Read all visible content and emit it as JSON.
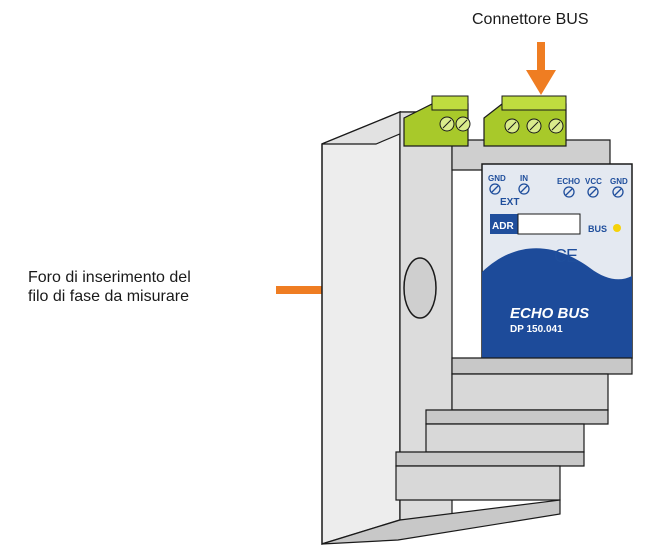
{
  "callouts": {
    "bus_connector": "Connettore BUS",
    "phase_hole_line1": "Foro di inserimento del",
    "phase_hole_line2": "filo di fase da misurare"
  },
  "terminals": {
    "gnd_top": "GND",
    "in": "IN",
    "ext": "EXT",
    "echo": "ECHO",
    "vcc": "VCC",
    "gnd_right": "GND"
  },
  "panel": {
    "adr_label": "ADR",
    "bus_label": "BUS",
    "ce_mark": "CE",
    "brand": "ECHO BUS",
    "model": "DP 150.041"
  },
  "colors": {
    "arrow": "#ef7d22",
    "terminal_green": "#a8c92a",
    "label_blue": "#1f4e9c",
    "wave_blue": "#1d4b9a",
    "led_yellow": "#f5d20a",
    "panel_bg": "#e4e9f1"
  }
}
